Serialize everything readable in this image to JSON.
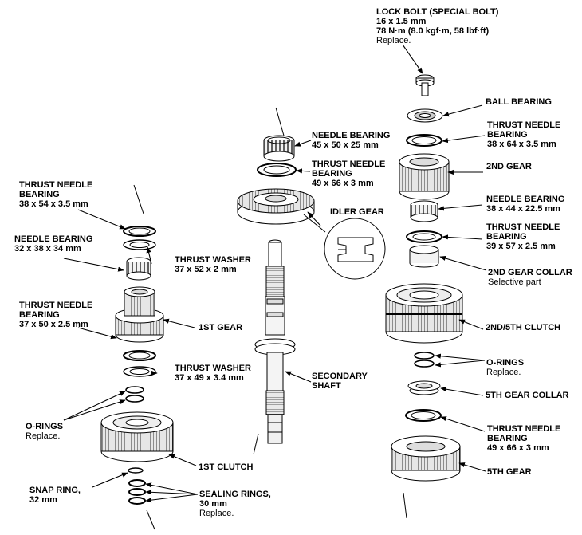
{
  "labels": {
    "lock_bolt": {
      "title": "LOCK BOLT (SPECIAL BOLT)",
      "spec1": "16 x 1.5 mm",
      "spec2": "78 N·m (8.0 kgf·m, 58 lbf·ft)",
      "note": "Replace."
    },
    "ball_bearing": {
      "title": "BALL BEARING"
    },
    "thrust_needle_r1": {
      "title1": "THRUST NEEDLE",
      "title2": "BEARING",
      "spec": "38 x 64 x 3.5 mm"
    },
    "gear_2nd": {
      "title": "2ND GEAR"
    },
    "needle_r": {
      "title": "NEEDLE BEARING",
      "spec": "38 x 44 x 22.5 mm"
    },
    "thrust_needle_r2": {
      "title1": "THRUST NEEDLE",
      "title2": "BEARING",
      "spec": "39 x 57 x 2.5 mm"
    },
    "collar_2nd": {
      "title": "2ND GEAR COLLAR",
      "note": "Selective part"
    },
    "clutch_25": {
      "title": "2ND/5TH CLUTCH"
    },
    "orings_r": {
      "title": "O-RINGS",
      "note": "Replace."
    },
    "collar_5th": {
      "title": "5TH GEAR COLLAR"
    },
    "thrust_needle_r3": {
      "title1": "THRUST NEEDLE",
      "title2": "BEARING",
      "spec": "49 x 66 x 3 mm"
    },
    "gear_5th": {
      "title": "5TH GEAR"
    },
    "needle_c": {
      "title": "NEEDLE BEARING",
      "spec": "45 x 50 x 25 mm"
    },
    "thrust_needle_c": {
      "title1": "THRUST NEEDLE",
      "title2": "BEARING",
      "spec": "49 x 66 x 3 mm"
    },
    "idler_gear": {
      "title": "IDLER GEAR"
    },
    "secondary_shaft": {
      "title1": "SECONDARY",
      "title2": "SHAFT"
    },
    "thrust_needle_l1": {
      "title1": "THRUST NEEDLE",
      "title2": "BEARING",
      "spec": "38 x 54 x 3.5 mm"
    },
    "needle_l": {
      "title": "NEEDLE BEARING",
      "spec": "32 x 38 x 34 mm"
    },
    "thrust_washer_l1": {
      "title": "THRUST WASHER",
      "spec": "37 x 52 x 2 mm"
    },
    "thrust_needle_l2": {
      "title1": "THRUST NEEDLE",
      "title2": "BEARING",
      "spec": "37 x 50 x 2.5 mm"
    },
    "gear_1st": {
      "title": "1ST GEAR"
    },
    "thrust_washer_l2": {
      "title": "THRUST WASHER",
      "spec": "37 x 49 x 3.4 mm"
    },
    "orings_l": {
      "title": "O-RINGS",
      "note": "Replace."
    },
    "clutch_1st": {
      "title": "1ST CLUTCH"
    },
    "snap_ring": {
      "title1": "SNAP RING,",
      "title2": "32 mm"
    },
    "sealing_rings": {
      "title1": "SEALING RINGS,",
      "title2": "30 mm",
      "note": "Replace."
    }
  }
}
